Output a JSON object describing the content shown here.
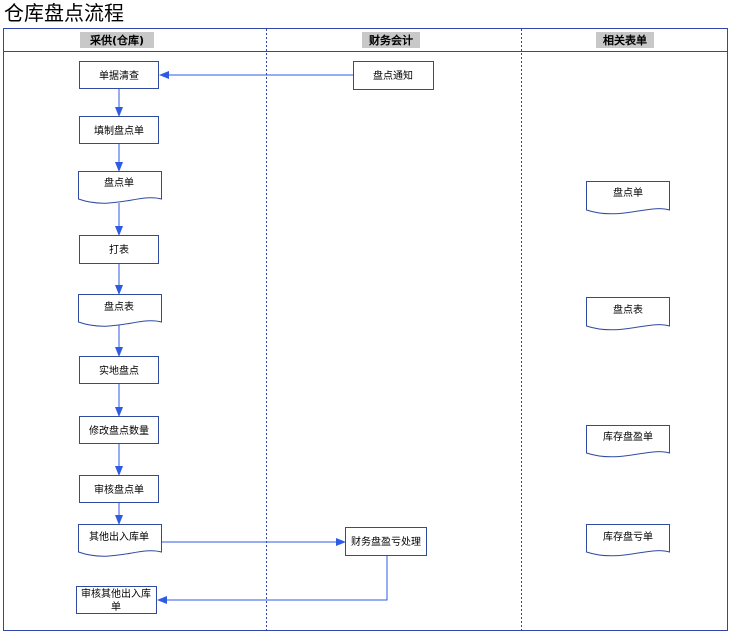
{
  "title": "仓库盘点流程",
  "lanes": [
    {
      "id": "caigong",
      "label": "采供(仓库)"
    },
    {
      "id": "caiwu",
      "label": "财务会计"
    },
    {
      "id": "biaodan",
      "label": "相关表单"
    }
  ],
  "nodes": [
    {
      "id": "danju",
      "lane": "caigong",
      "shape": "process",
      "label": "单据清查"
    },
    {
      "id": "tianzhi",
      "lane": "caigong",
      "shape": "process",
      "label": "填制盘点单"
    },
    {
      "id": "pdd",
      "lane": "caigong",
      "shape": "document",
      "label": "盘点单"
    },
    {
      "id": "dabiao",
      "lane": "caigong",
      "shape": "process",
      "label": "打表"
    },
    {
      "id": "pdb",
      "lane": "caigong",
      "shape": "document",
      "label": "盘点表"
    },
    {
      "id": "shidi",
      "lane": "caigong",
      "shape": "process",
      "label": "实地盘点"
    },
    {
      "id": "xiugai",
      "lane": "caigong",
      "shape": "process",
      "label": "修改盘点数量"
    },
    {
      "id": "shenhe",
      "lane": "caigong",
      "shape": "process",
      "label": "审核盘点单"
    },
    {
      "id": "qita",
      "lane": "caigong",
      "shape": "document",
      "label": "其他出入库单"
    },
    {
      "id": "shenheqita",
      "lane": "caigong",
      "shape": "process",
      "label_lines": [
        "审核其他出入库",
        "单"
      ]
    },
    {
      "id": "tongzhi",
      "lane": "caiwu",
      "shape": "process",
      "label": "盘点通知"
    },
    {
      "id": "chuli",
      "lane": "caiwu",
      "shape": "process",
      "label": "财务盘盈亏处理"
    },
    {
      "id": "f_pdd",
      "lane": "biaodan",
      "shape": "document",
      "label": "盘点单"
    },
    {
      "id": "f_pdb",
      "lane": "biaodan",
      "shape": "document",
      "label": "盘点表"
    },
    {
      "id": "f_pying",
      "lane": "biaodan",
      "shape": "document",
      "label": "库存盘盈单"
    },
    {
      "id": "f_pkui",
      "lane": "biaodan",
      "shape": "document",
      "label": "库存盘亏单"
    }
  ],
  "edges": [
    {
      "from": "tongzhi",
      "to": "danju"
    },
    {
      "from": "danju",
      "to": "tianzhi"
    },
    {
      "from": "tianzhi",
      "to": "pdd"
    },
    {
      "from": "pdd",
      "to": "dabiao"
    },
    {
      "from": "dabiao",
      "to": "pdb"
    },
    {
      "from": "pdb",
      "to": "shidi"
    },
    {
      "from": "shidi",
      "to": "xiugai"
    },
    {
      "from": "xiugai",
      "to": "shenhe"
    },
    {
      "from": "shenhe",
      "to": "qita"
    },
    {
      "from": "qita",
      "to": "chuli"
    },
    {
      "from": "chuli",
      "to": "shenheqita"
    }
  ],
  "colors": {
    "border": "#3344aa",
    "node_stroke": "#2f4aa0",
    "arrow": "#2d5be3",
    "lane_header_bg": "#c8c8c8"
  }
}
